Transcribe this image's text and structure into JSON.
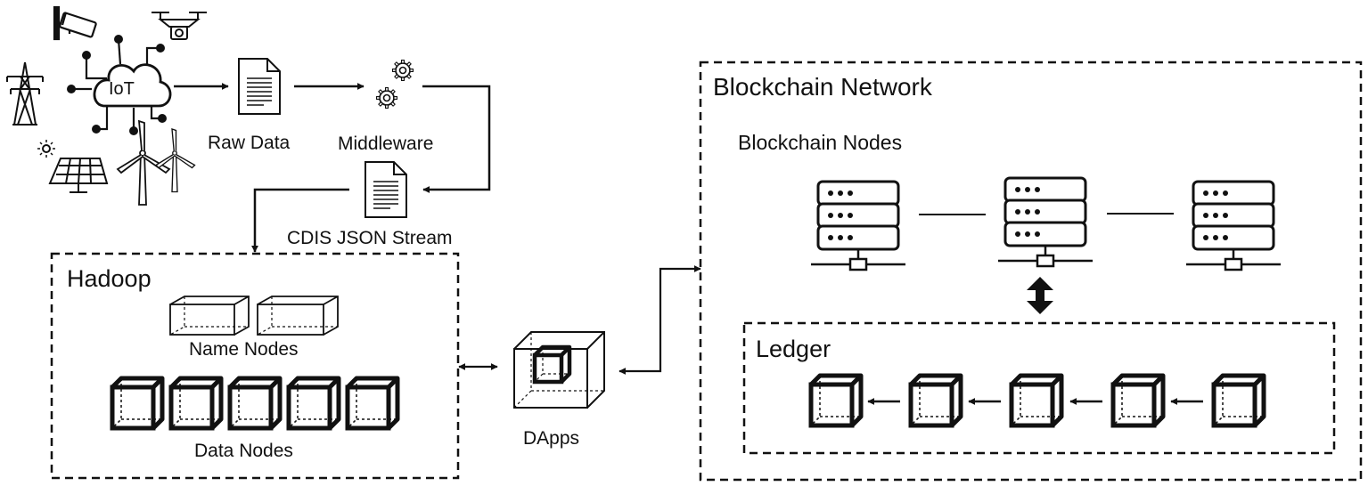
{
  "iot": {
    "label": "IoT"
  },
  "pipeline": {
    "raw_data": "Raw Data",
    "middleware": "Middleware",
    "cdis_stream": "CDIS JSON Stream"
  },
  "hadoop": {
    "title": "Hadoop",
    "name_nodes": "Name Nodes",
    "data_nodes": "Data Nodes"
  },
  "dapps": {
    "label": "DApps"
  },
  "blockchain": {
    "title": "Blockchain Network",
    "nodes_label": "Blockchain Nodes",
    "ledger_title": "Ledger"
  }
}
